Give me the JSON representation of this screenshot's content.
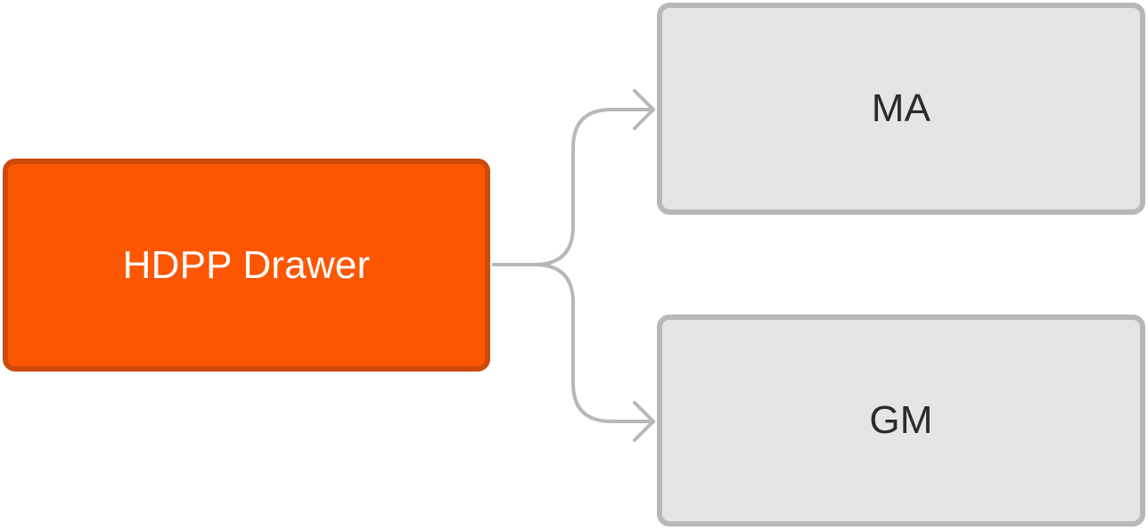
{
  "nodes": {
    "source": {
      "label": "HDPP Drawer"
    },
    "targets": [
      {
        "label": "MA"
      },
      {
        "label": "GM"
      }
    ]
  },
  "colors": {
    "source_fill": "#fc5700",
    "source_border": "#cc4a0c",
    "target_fill": "#e5e5e5",
    "target_border": "#b8b8b8",
    "connector": "#b8b8b8",
    "source_text": "#ffffff",
    "target_text": "#2b2b2b"
  },
  "edges": [
    {
      "from": "HDPP Drawer",
      "to": "MA"
    },
    {
      "from": "HDPP Drawer",
      "to": "GM"
    }
  ]
}
